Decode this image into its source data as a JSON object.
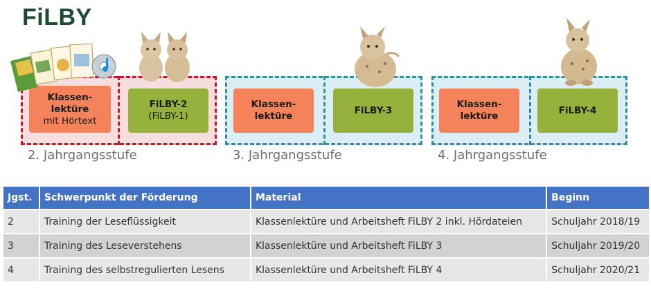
{
  "logo": "FiLBY",
  "diagram": {
    "group2": {
      "box1_line1": "Klassen-",
      "box1_line2": "lektüre",
      "box1_line3": "mit Hörtext",
      "box2_line1": "FiLBY-2",
      "box2_line2": "(FiLBY-1)",
      "year_label": "2. Jahrgangsstufe"
    },
    "group3": {
      "box1_line1": "Klassen-",
      "box1_line2": "lektüre",
      "box2": "FiLBY-3",
      "year_label": "3. Jahrgangsstufe"
    },
    "group4": {
      "box1_line1": "Klassen-",
      "box1_line2": "lektüre",
      "box2": "FiLBY-4",
      "year_label": "4. Jahrgangsstufe"
    },
    "colors": {
      "red_dash": "#c3182a",
      "teal_dash": "#2f8ea3",
      "orange_box": "#f4825a",
      "green_box": "#97b23c"
    },
    "images": [
      "books-and-cd-illustration",
      "two-lynx-cubs",
      "sitting-lynx",
      "standing-lynx"
    ]
  },
  "table": {
    "headers": [
      "Jgst.",
      "Schwerpunkt der Förderung",
      "Material",
      "Beginn"
    ],
    "rows": [
      [
        "2",
        "Training der Leseflüssigkeit",
        "Klassenlektüre und Arbeitsheft FiLBY 2 inkl. Hördateien",
        "Schuljahr 2018/19"
      ],
      [
        "3",
        "Training des Leseverstehens",
        "Klassenlektüre und Arbeitsheft FiLBY 3",
        "Schuljahr 2019/20"
      ],
      [
        "4",
        "Training des selbstregulierten Lesens",
        "Klassenlektüre und Arbeitsheft FiLBY 4",
        "Schuljahr 2020/21"
      ]
    ],
    "header_color": "#4472c4"
  }
}
